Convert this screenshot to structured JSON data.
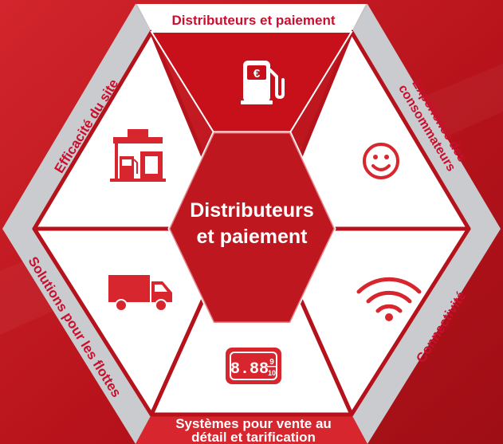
{
  "colors": {
    "background": "#b5121b",
    "accent_red": "#d7262e",
    "hub_red": "#a90f18",
    "band_grey": "#c9cbce",
    "panel_white": "#ffffff",
    "label_red": "#c8102e"
  },
  "center": {
    "line1": "Distributeurs",
    "line2": "et paiement"
  },
  "segments": [
    {
      "key": "top",
      "label": "Distributeurs et paiement",
      "icon": "fuel-pump-euro-icon"
    },
    {
      "key": "top-right",
      "label_line1": "Expérience des",
      "label_line2": "consommateurs",
      "icon": "smiley-icon"
    },
    {
      "key": "bottom-right",
      "label": "Connectivité",
      "icon": "wifi-icon"
    },
    {
      "key": "bottom",
      "label_line1": "Systèmes pour vente au",
      "label_line2": "détail et tarification",
      "icon": "price-display-icon"
    },
    {
      "key": "bottom-left",
      "label": "Solutions pour les flottes",
      "icon": "truck-icon"
    },
    {
      "key": "top-left",
      "label": "Efficacité du site",
      "icon": "fuel-station-icon"
    }
  ],
  "price_display": {
    "digits": "8.88",
    "fraction_top": "9",
    "fraction_bottom": "10"
  }
}
